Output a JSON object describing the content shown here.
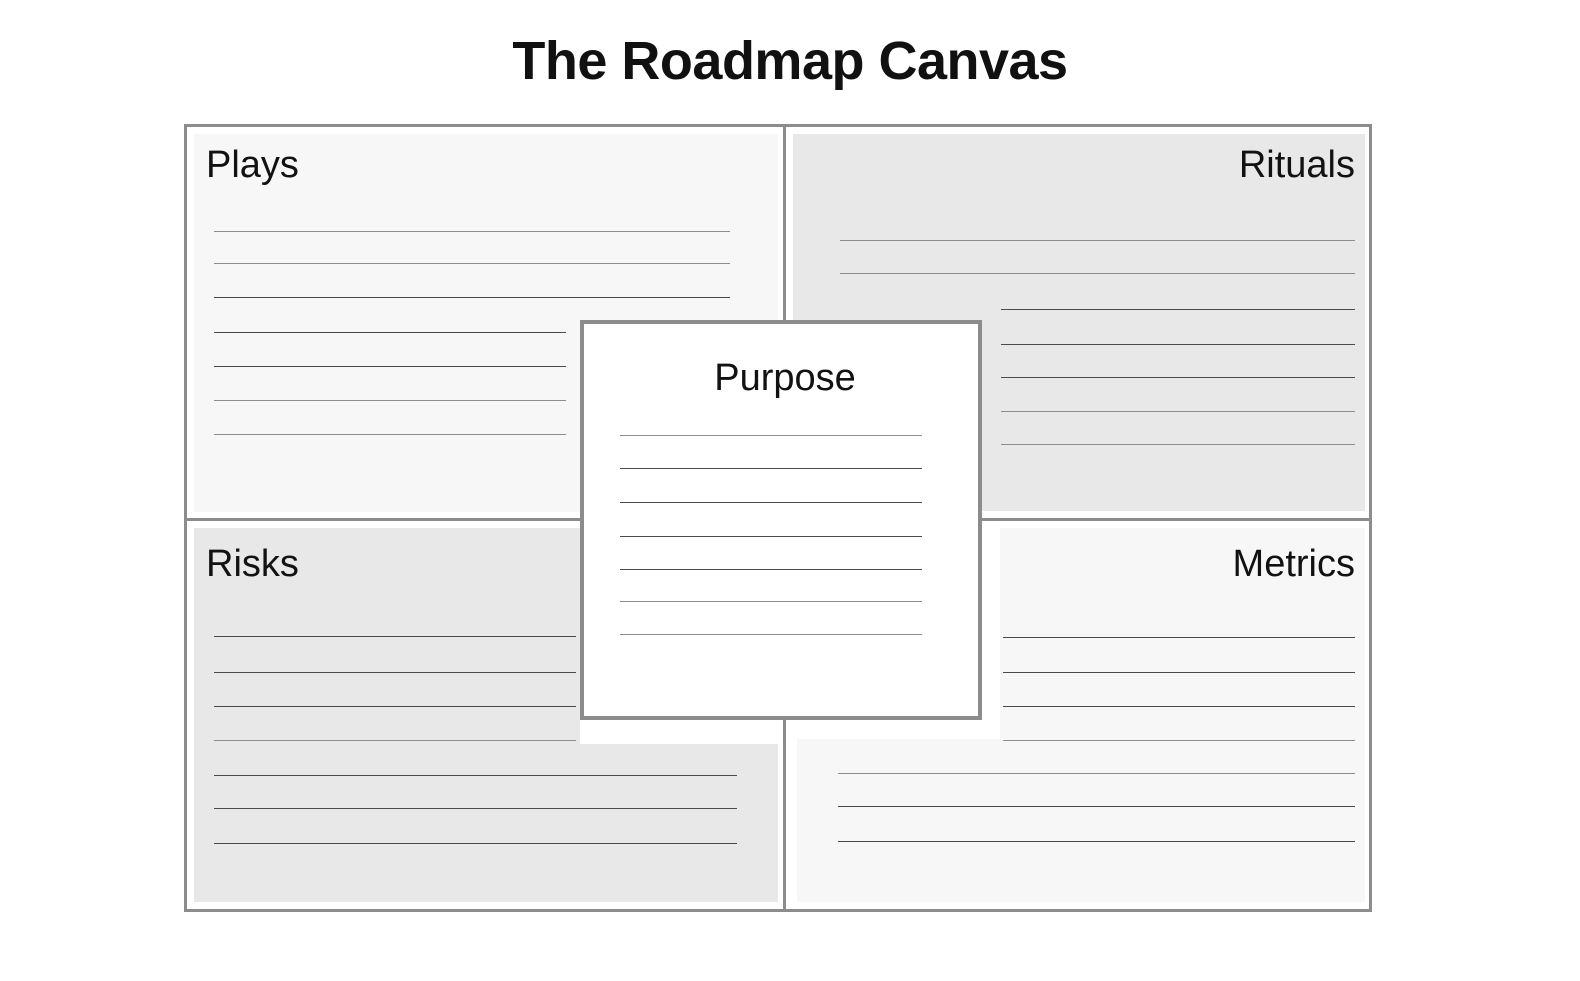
{
  "title": "The Roadmap Canvas",
  "quadrants": [
    {
      "key": "plays",
      "label": "Plays",
      "position": "top-left",
      "fill": "#f7f7f7",
      "align": "left",
      "line_count": 7
    },
    {
      "key": "rituals",
      "label": "Rituals",
      "position": "top-right",
      "fill": "#e8e8e8",
      "align": "right",
      "line_count": 7
    },
    {
      "key": "risks",
      "label": "Risks",
      "position": "bottom-left",
      "fill": "#e8e8e8",
      "align": "left",
      "line_count": 7
    },
    {
      "key": "metrics",
      "label": "Metrics",
      "position": "bottom-right",
      "fill": "#f7f7f7",
      "align": "right",
      "line_count": 7
    }
  ],
  "center_card": {
    "label": "Purpose",
    "fill": "#ffffff",
    "line_count": 7
  },
  "colors": {
    "page_background": "#ffffff",
    "frame_border": "#8c8c8c",
    "text": "#121212",
    "rule_line": "#4a4a4a",
    "rule_line_soft": "#8d8d8d",
    "fill_light": "#f7f7f7",
    "fill_dark": "#e8e8e8"
  }
}
